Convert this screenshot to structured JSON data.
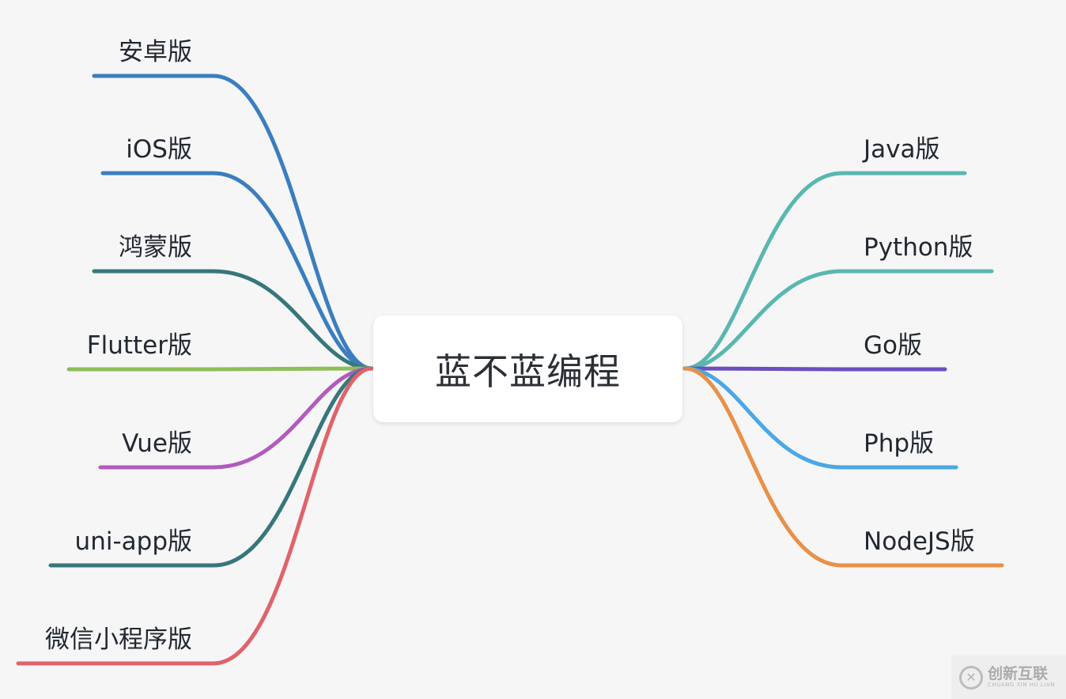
{
  "center": {
    "title": "蓝不蓝编程"
  },
  "left_branches": [
    {
      "label": "安卓版",
      "color": "#3b7ebf"
    },
    {
      "label": "iOS版",
      "color": "#3b7ebf"
    },
    {
      "label": "鸿蒙版",
      "color": "#37767c"
    },
    {
      "label": "Flutter版",
      "color": "#8fbe5a"
    },
    {
      "label": "Vue版",
      "color": "#b35abf"
    },
    {
      "label": "uni-app版",
      "color": "#37767c"
    },
    {
      "label": "微信小程序版",
      "color": "#e0636b"
    }
  ],
  "right_branches": [
    {
      "label": "Java版",
      "color": "#5ab7b0"
    },
    {
      "label": "Python版",
      "color": "#5ab7b0"
    },
    {
      "label": "Go版",
      "color": "#6b4fbf"
    },
    {
      "label": "Php版",
      "color": "#4aa8e6"
    },
    {
      "label": "NodeJS版",
      "color": "#e8914a"
    }
  ],
  "watermark": {
    "logo": "✕",
    "title": "创新互联",
    "subtitle": "CHUANG XIN HU LIAN"
  }
}
